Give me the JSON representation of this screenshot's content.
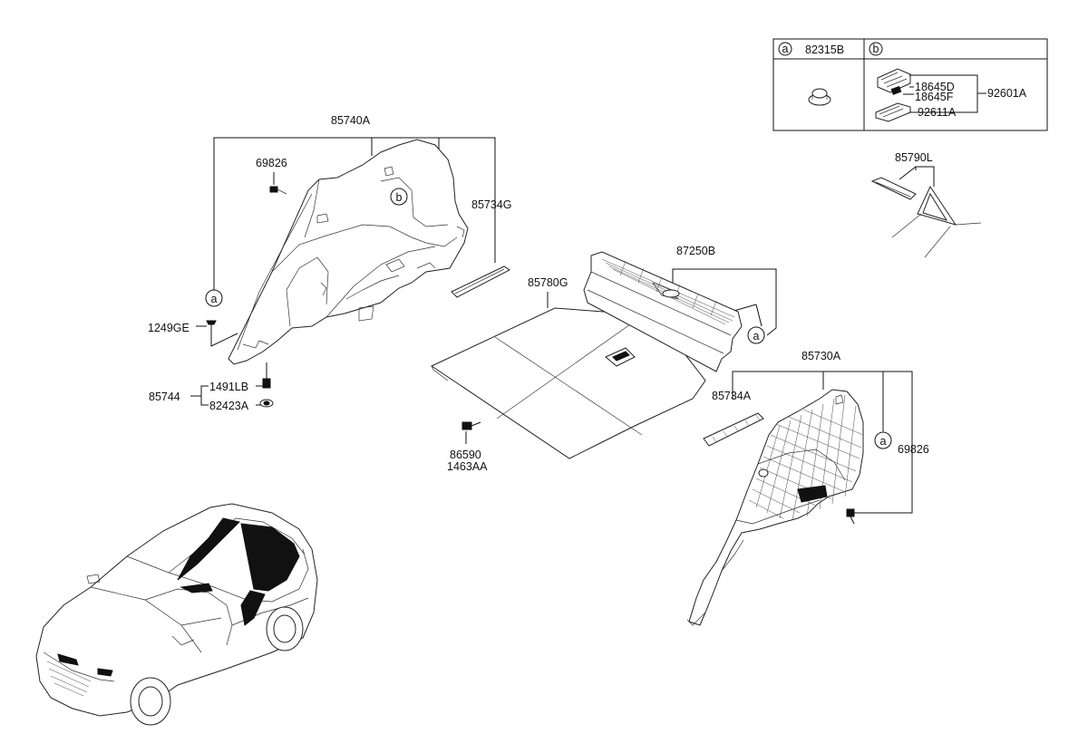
{
  "legend": {
    "a_marker": "a",
    "b_marker": "b",
    "a_part": "82315B",
    "b_parts": [
      "18645D",
      "18645F",
      "92601A",
      "92611A"
    ]
  },
  "callouts": {
    "p85740A": "85740A",
    "p69826_left": "69826",
    "p85734G": "85734G",
    "p1249GE": "1249GE",
    "p1491LB": "1491LB",
    "p85744": "85744",
    "p82423A": "82423A",
    "p85780G": "85780G",
    "p87250B": "87250B",
    "p86590": "86590",
    "p1463AA": "1463AA",
    "p85730A": "85730A",
    "p85734A": "85734A",
    "p69826_right": "69826",
    "p85790L": "85790L"
  },
  "markers": {
    "a": "a",
    "b": "b"
  }
}
